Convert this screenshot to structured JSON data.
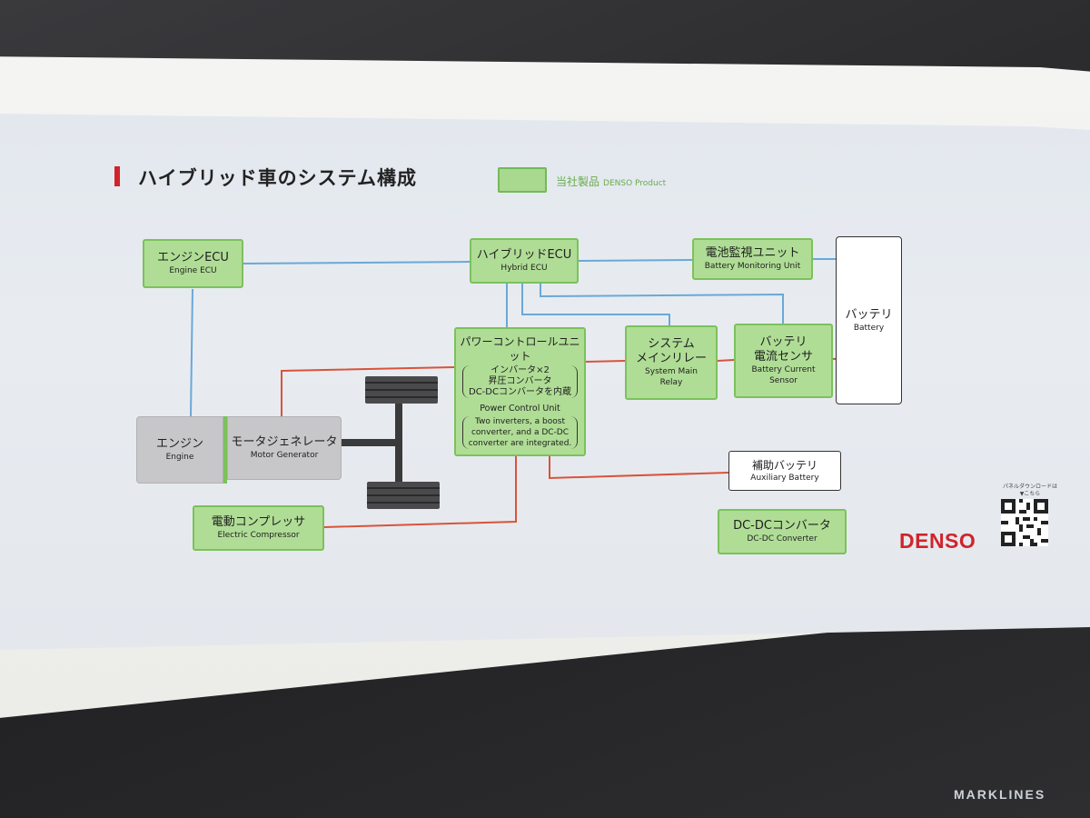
{
  "title": "ハイブリッド車のシステム構成",
  "legend": {
    "jp": "当社製品",
    "en": "DENSO Product",
    "color": "#a8d98e"
  },
  "colors": {
    "signal_line": "#6aa8d8",
    "power_line": "#d9533b",
    "brand": "#d0242b"
  },
  "boxes": {
    "engine_ecu": {
      "jp": "エンジンECU",
      "en": "Engine ECU"
    },
    "hybrid_ecu": {
      "jp": "ハイブリッドECU",
      "en": "Hybrid ECU"
    },
    "battery_monitoring": {
      "jp": "電池監視ユニット",
      "en": "Battery Monitoring Unit"
    },
    "battery": {
      "jp": "バッテリ",
      "en": "Battery"
    },
    "pcu": {
      "jp": "パワーコントロールユニット",
      "jp_lines": [
        "インバータ×2",
        "昇圧コンバータ",
        "DC-DCコンバータを内蔵"
      ],
      "en": "Power Control Unit",
      "en_lines": [
        "Two inverters, a boost",
        "converter, and a DC-DC",
        "converter are integrated."
      ]
    },
    "system_main_relay": {
      "jp_lines": [
        "システム",
        "メインリレー"
      ],
      "en_lines": [
        "System Main",
        "Relay"
      ]
    },
    "battery_current_sensor": {
      "jp_lines": [
        "バッテリ",
        "電流センサ"
      ],
      "en_lines": [
        "Battery Current",
        "Sensor"
      ]
    },
    "engine": {
      "jp": "エンジン",
      "en": "Engine"
    },
    "motor_generator": {
      "jp": "モータジェネレータ",
      "en": "Motor Generator"
    },
    "auxiliary_battery": {
      "jp": "補助バッテリ",
      "en": "Auxiliary Battery"
    },
    "electric_compressor": {
      "jp": "電動コンプレッサ",
      "en": "Electric Compressor"
    },
    "dcdc_converter": {
      "jp": "DC-DCコンバータ",
      "en": "DC-DC Converter"
    }
  },
  "brand": "DENSO",
  "qr_label": [
    "パネルダウンロードは",
    "▼こちら"
  ],
  "watermark": "MARKLINES"
}
